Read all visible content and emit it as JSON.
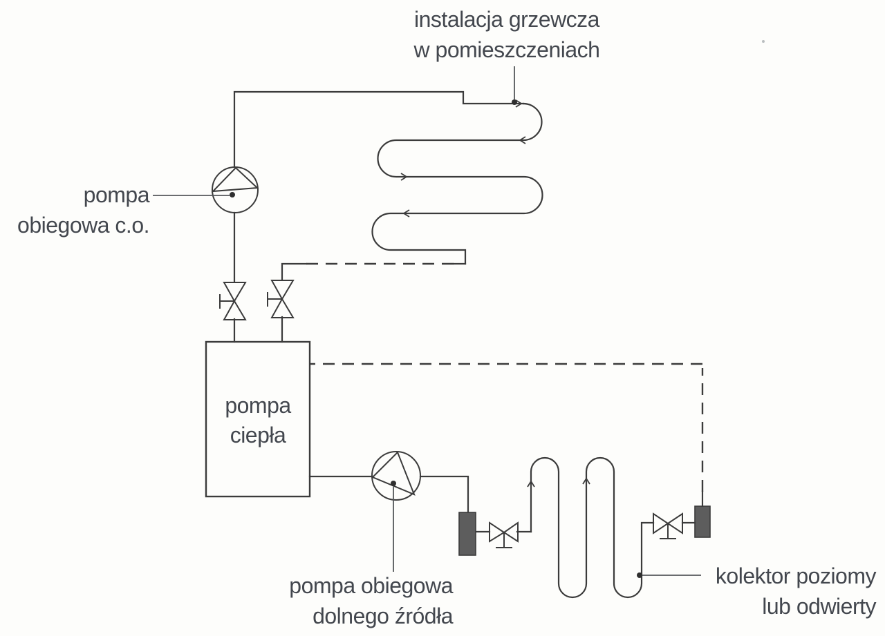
{
  "page": {
    "background": "#fdfdfb"
  },
  "palette": {
    "line": "#3b3b3b",
    "leader": "#54575b",
    "text": "#43474e",
    "filter_fill": "#5d5d5d"
  },
  "labels": {
    "heating_installation": {
      "line1": "instalacja grzewcza",
      "line2": "w pomieszczeniach"
    },
    "co_pump": {
      "line1": "pompa",
      "line2": "obiegowa c.o."
    },
    "heat_pump": {
      "line1": "pompa",
      "line2": "ciepła"
    },
    "lower_source_pump": {
      "line1": "pompa obiegowa",
      "line2": "dolnego źródła"
    },
    "collector": {
      "line1": "kolektor poziomy",
      "line2": "lub odwierty"
    }
  }
}
